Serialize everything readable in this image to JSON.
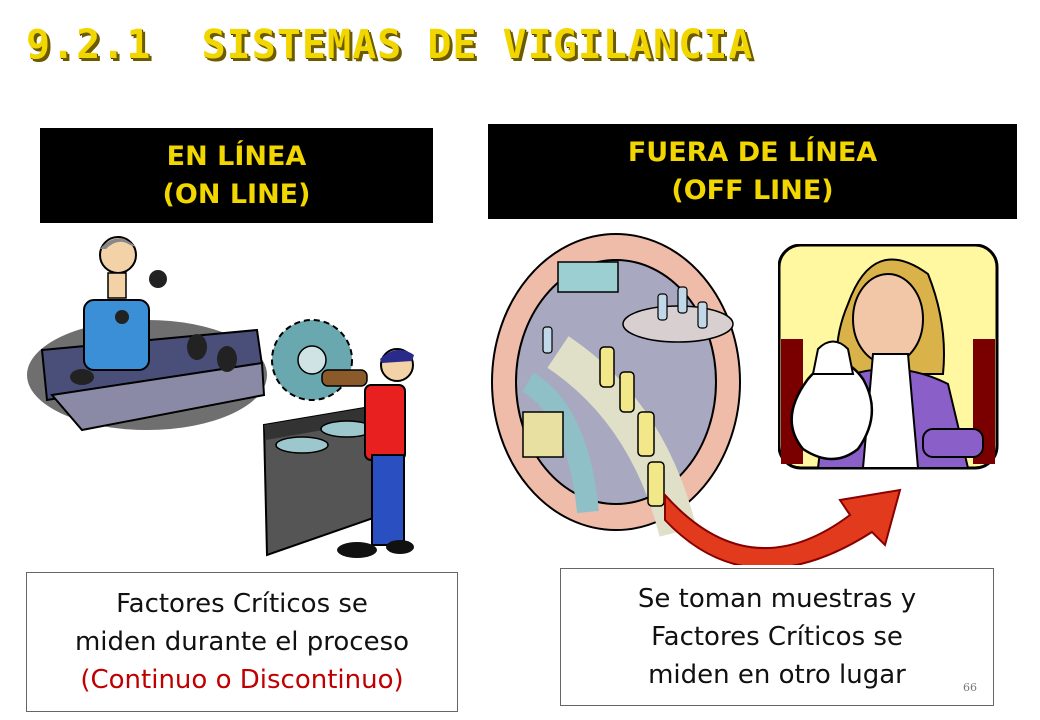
{
  "slide": {
    "title": "9.2.1  SISTEMAS DE VIGILANCIA",
    "page_number": "66"
  },
  "left": {
    "header_line1": "EN LÍNEA",
    "header_line2": "(ON LINE)",
    "desc_line1": "Factores Críticos se",
    "desc_line2": "miden durante el proceso",
    "desc_line3": "(Continuo o Discontinuo)"
  },
  "right": {
    "header_line1": "FUERA DE LÍNEA",
    "header_line2": "(OFF LINE)",
    "desc_line1": "Se toman muestras y",
    "desc_line2": "Factores Críticos se",
    "desc_line3": "miden en otro lugar"
  },
  "colors": {
    "title_yellow": "#f2d600",
    "header_bg": "#000000",
    "accent_red": "#c00000"
  }
}
